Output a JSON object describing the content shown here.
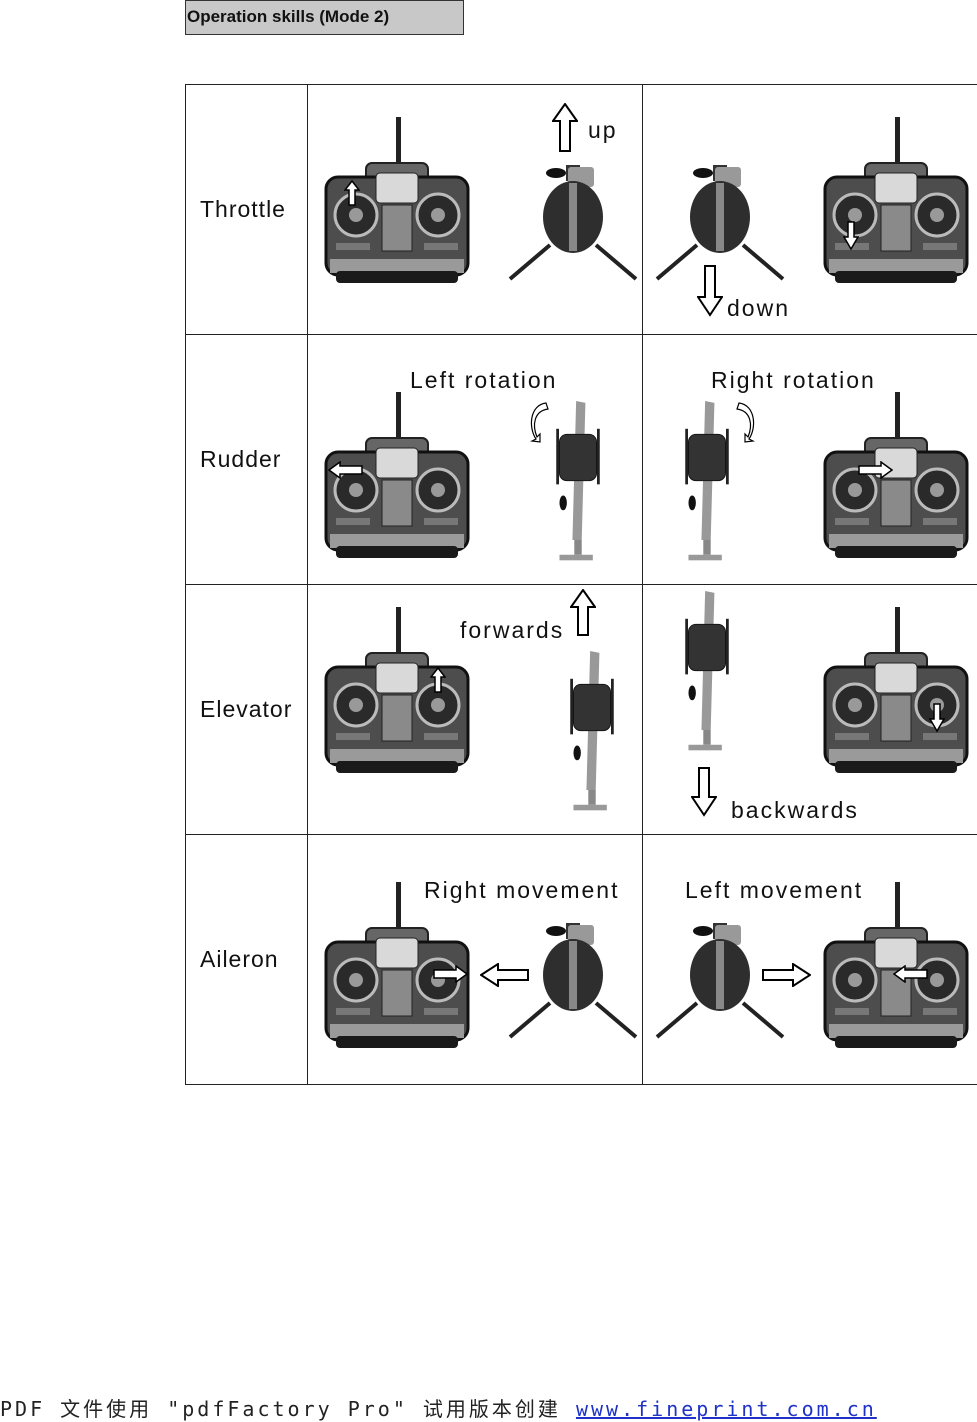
{
  "header": {
    "title": "Operation skills (Mode 2)"
  },
  "rows": [
    {
      "label": "Throttle",
      "left_caption": "up",
      "right_caption": "down"
    },
    {
      "label": "Rudder",
      "left_caption": "Left rotation",
      "right_caption": "Right rotation"
    },
    {
      "label": "Elevator",
      "left_caption": "forwards",
      "right_caption": "backwards"
    },
    {
      "label": "Aileron",
      "left_caption": "Right movement",
      "right_caption": "Left movement"
    }
  ],
  "footer": {
    "text": "PDF 文件使用 \"pdfFactory Pro\" 试用版本创建 ",
    "link": "www.fineprint.com.cn"
  }
}
